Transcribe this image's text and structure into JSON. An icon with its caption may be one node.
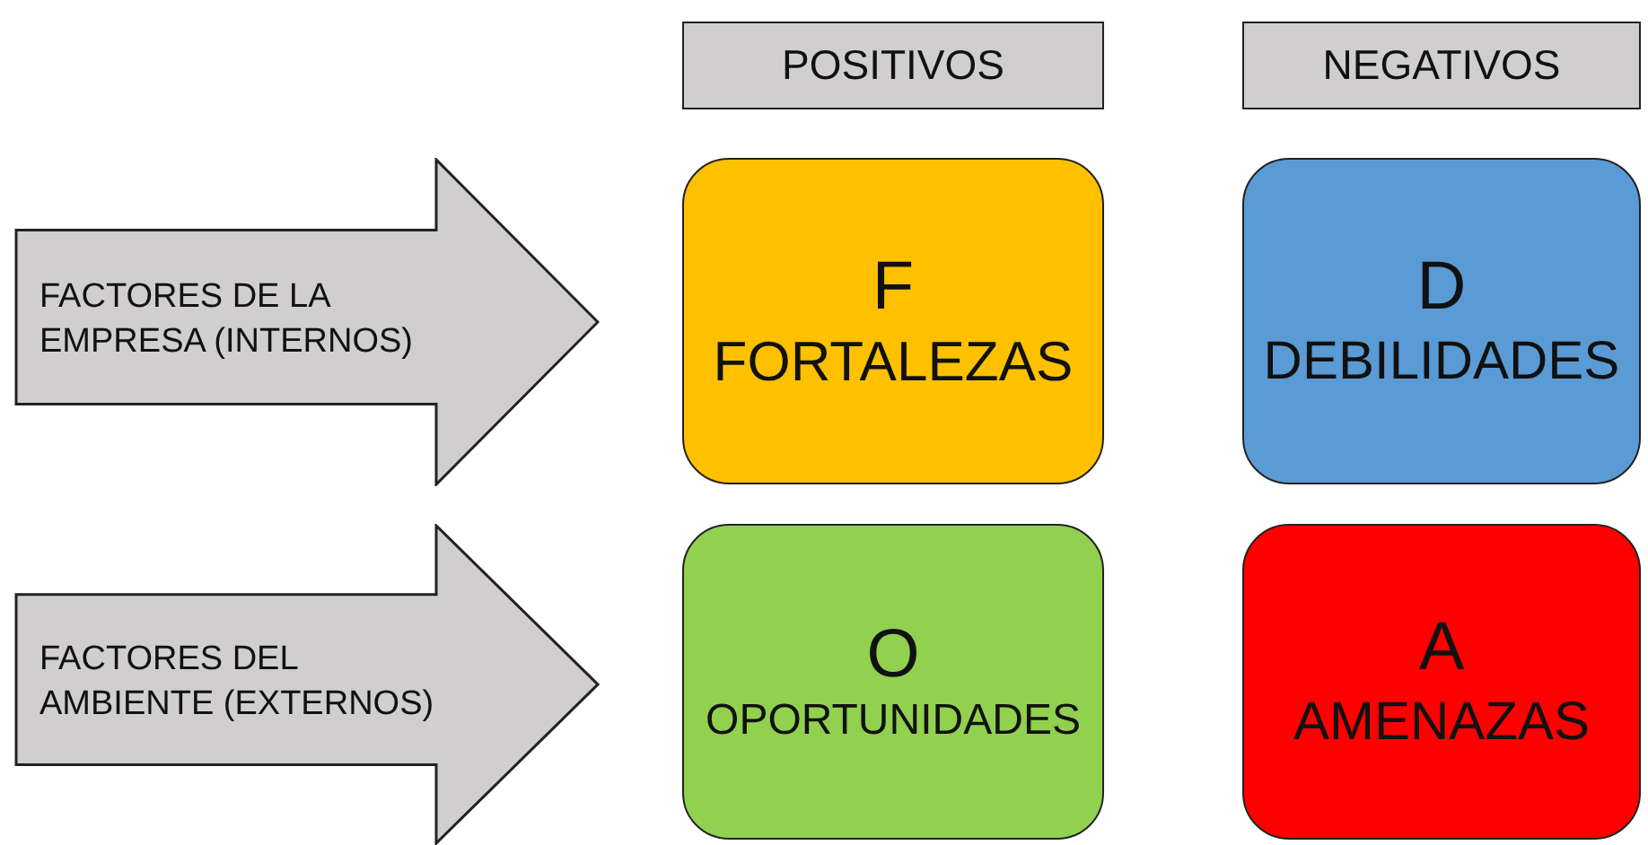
{
  "diagram": {
    "nodes": [
      {
        "text": [
          "POSITIVOS"
        ]
      },
      {
        "text": [
          "NEGATIVOS"
        ]
      },
      {
        "text": [
          "FACTORES DE LA EMPRESA (INTERNOS)"
        ]
      },
      {
        "text": [
          "F",
          "FORTALEZAS"
        ]
      },
      {
        "text": [
          "D",
          "DEBILIDADES"
        ]
      },
      {
        "text": [
          "FACTORES DEL AMBIENTE (EXTERNOS)"
        ]
      },
      {
        "text": [
          "O",
          "OPORTUNIDADES"
        ]
      },
      {
        "text": [
          "A",
          "AMENAZAS"
        ]
      }
    ]
  }
}
